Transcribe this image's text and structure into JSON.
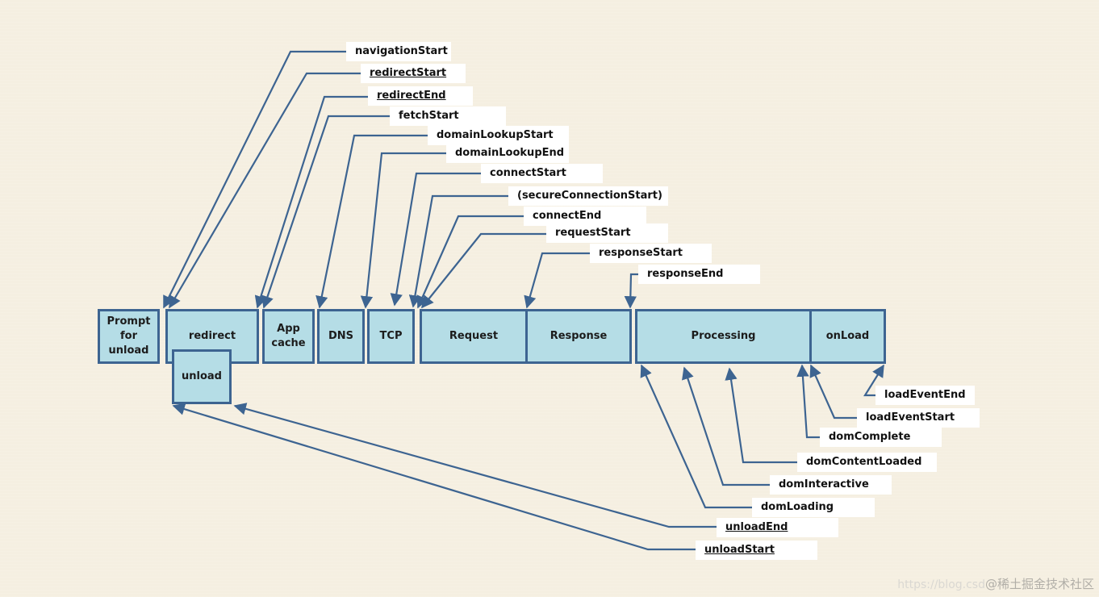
{
  "colors": {
    "background": "#f5efe1",
    "phase_fill": "#b5dde6",
    "phase_border": "#3d6491",
    "connector": "#3d6491",
    "label_bg": "#ffffff"
  },
  "phases": [
    {
      "id": "prompt-for-unload",
      "label": "Prompt\nfor\nunload"
    },
    {
      "id": "redirect",
      "label": "redirect"
    },
    {
      "id": "unload",
      "label": "unload"
    },
    {
      "id": "app-cache",
      "label": "App\ncache"
    },
    {
      "id": "dns",
      "label": "DNS"
    },
    {
      "id": "tcp",
      "label": "TCP"
    },
    {
      "id": "request",
      "label": "Request"
    },
    {
      "id": "response",
      "label": "Response"
    },
    {
      "id": "processing",
      "label": "Processing"
    },
    {
      "id": "onload",
      "label": "onLoad"
    }
  ],
  "timing_labels_top": [
    {
      "text": "navigationStart",
      "underline": false
    },
    {
      "text": "redirectStart",
      "underline": true
    },
    {
      "text": "redirectEnd",
      "underline": true
    },
    {
      "text": "fetchStart",
      "underline": false
    },
    {
      "text": "domainLookupStart",
      "underline": false
    },
    {
      "text": "domainLookupEnd",
      "underline": false
    },
    {
      "text": "connectStart",
      "underline": false
    },
    {
      "text": "(secureConnectionStart)",
      "underline": false
    },
    {
      "text": "connectEnd",
      "underline": false
    },
    {
      "text": "requestStart",
      "underline": false
    },
    {
      "text": "responseStart",
      "underline": false
    },
    {
      "text": "responseEnd",
      "underline": false
    }
  ],
  "timing_labels_bottom": [
    {
      "text": "loadEventEnd",
      "underline": false
    },
    {
      "text": "loadEventStart",
      "underline": false
    },
    {
      "text": "domComplete",
      "underline": false
    },
    {
      "text": "domContentLoaded",
      "underline": false
    },
    {
      "text": "domInteractive",
      "underline": false
    },
    {
      "text": "domLoading",
      "underline": false
    },
    {
      "text": "unloadEnd",
      "underline": true
    },
    {
      "text": "unloadStart",
      "underline": true
    }
  ],
  "watermark": {
    "url": "https://blog.csd",
    "text": "@稀土掘金技术社区"
  }
}
